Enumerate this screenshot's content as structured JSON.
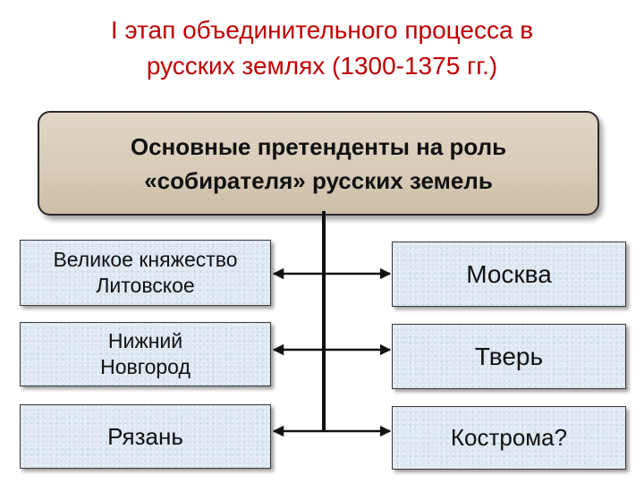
{
  "title": {
    "line1": "I этап  объединительного процесса в",
    "line2": "русских землях (1300-1375 гг.)"
  },
  "main_box": {
    "line1": "Основные претенденты на роль",
    "line2": "«собирателя» русских земель"
  },
  "left_boxes": [
    {
      "line1": "Великое княжество",
      "line2": "Литовское"
    },
    {
      "line1": "Нижний",
      "line2": "Новгород"
    },
    {
      "line1": "Рязань",
      "line2": ""
    }
  ],
  "right_boxes": [
    {
      "line1": "Москва"
    },
    {
      "line1": "Тверь"
    },
    {
      "line1": "Кострома?"
    }
  ],
  "colors": {
    "title": "#c00000",
    "main_box_fill": "#d7cbb7",
    "side_box_fill": "#dde7f1",
    "connector": "#111111"
  }
}
